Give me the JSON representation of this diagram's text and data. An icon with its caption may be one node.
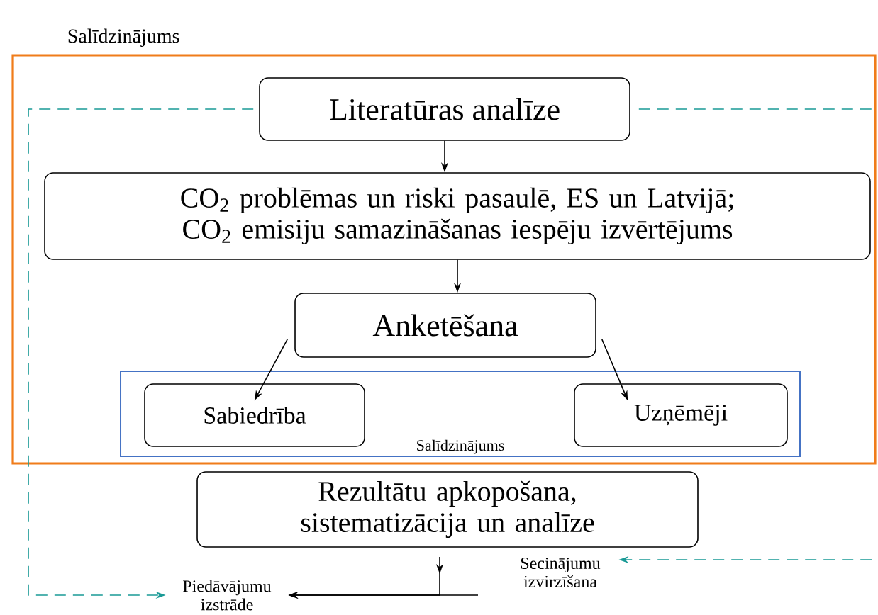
{
  "diagram": {
    "nodes": [
      {
        "text": [
          "Salīdzinājums"
        ]
      },
      {
        "text": [
          "Literatūras analīze"
        ],
        "in": 0
      },
      {
        "text": [
          "CO$_{2}$ problēmas un riski pasaulē, ES un Latvijā; CO$_{2}$ emisiju samazināšanas iespēju izvērtējums"
        ],
        "in": 0
      },
      {
        "text": [
          "Anketēšana"
        ],
        "in": 0
      },
      {
        "text": [
          "Salīdzinājums"
        ],
        "in": 0
      },
      {
        "text": [
          "Sabiedrība"
        ],
        "in": 4
      },
      {
        "text": [
          "Uzņēmēji"
        ],
        "in": 4
      },
      {
        "text": [
          "Rezultātu apkopošana, sistematizācija un analīze"
        ]
      },
      {
        "text": [
          "Secinājumu izvirzīšana"
        ]
      },
      {
        "text": [
          "Piedāvājumu izstrāde"
        ]
      }
    ],
    "edges": [
      {
        "from": 1,
        "to": 2,
        "arrow": "to"
      },
      {
        "from": 2,
        "to": 3,
        "arrow": "to"
      },
      {
        "from": 3,
        "to": 5,
        "arrow": "to"
      },
      {
        "from": 3,
        "to": 6,
        "arrow": "to"
      },
      {
        "from": 7,
        "to": 9,
        "arrow": "to"
      },
      {
        "from": 8,
        "to": 9,
        "arrow": "to"
      },
      {
        "from": 1,
        "to": 9,
        "arrow": "to",
        "style": "dashed",
        "color": "#1a9a96"
      },
      {
        "from": 1,
        "to": 8,
        "arrow": "to",
        "style": "dashed",
        "color": "#1a9a96"
      }
    ]
  }
}
